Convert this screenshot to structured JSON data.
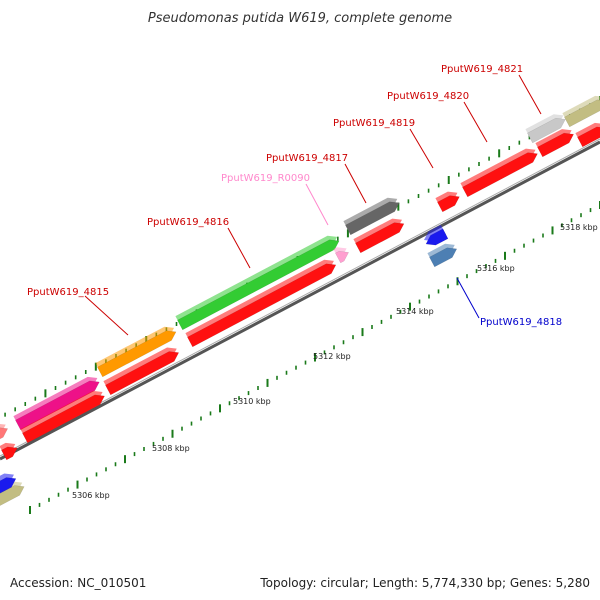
{
  "title": "Pseudomonas putida W619, complete genome",
  "footer": {
    "accession": "Accession: NC_010501",
    "summary": "Topology: circular; Length: 5,774,330 bp; Genes: 5,280"
  },
  "colors": {
    "red": "#ff1010",
    "green": "#33cc33",
    "orange": "#ff9900",
    "magenta": "#ee1188",
    "gray": "#666666",
    "lightgray": "#c8c8c8",
    "khaki": "#c2bd82",
    "blue": "#1a1aee",
    "steelblue": "#4d7fb3",
    "salmon": "#ff7777",
    "pink": "#ff9fd0",
    "tick": "#1a7a1a",
    "label_red": "#cc0000",
    "label_pink": "#ff88cc",
    "label_blue": "#0000cc"
  },
  "scale_labels": [
    "5306 kbp",
    "5308 kbp",
    "5310 kbp",
    "5312 kbp",
    "5314 kbp",
    "5316 kbp",
    "5318 kbp"
  ],
  "gene_labels": {
    "g4815": "PputW619_4815",
    "g4816": "PputW619_4816",
    "r0090": "PputW619_R0090",
    "g4817": "PputW619_4817",
    "g4819": "PputW619_4819",
    "g4820": "PputW619_4820",
    "g4821": "PputW619_4821",
    "g4818": "PputW619_4818"
  }
}
